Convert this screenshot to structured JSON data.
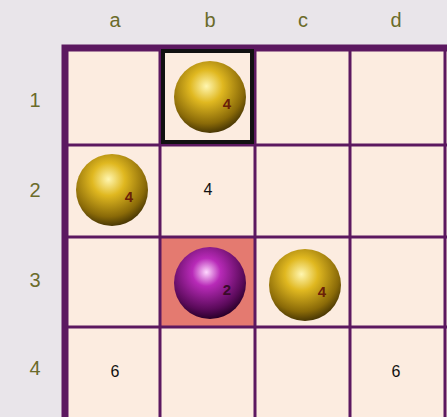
{
  "diagram": {
    "nodes": [
      {
        "text": [
          "4"
        ]
      },
      {
        "text": [
          "4"
        ]
      },
      {
        "text": [
          "2"
        ]
      },
      {
        "text": [
          "4"
        ]
      }
    ],
    "labels": [
      "a",
      "b",
      "c",
      "d",
      "1",
      "2",
      "3",
      "4",
      "4",
      "6",
      "6"
    ]
  }
}
